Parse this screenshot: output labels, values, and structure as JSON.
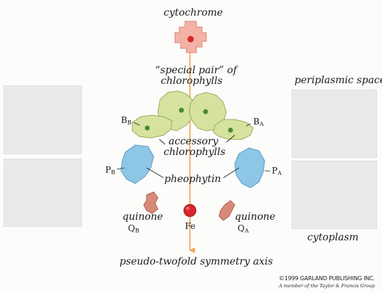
{
  "labels": {
    "cytochrome": "cytochrome",
    "special_pair_line1": "“special pair” of",
    "special_pair_line2": "chlorophylls",
    "accessory_line1": "accessory",
    "accessory_line2": "chlorophylls",
    "pheophytin": "pheophytin",
    "quinone_left": "quinone",
    "quinone_right": "quinone",
    "fe": "Fe",
    "axis": "pseudo-twofold symmetry axis",
    "periplasmic": "periplasmic space",
    "cytoplasm": "cytoplasm",
    "b_base": "B",
    "b_sub": "B",
    "a_base": "B",
    "a_sub": "A",
    "pb_base": "P",
    "pb_sub": "B",
    "pa_base": "P",
    "pa_sub": "A",
    "qb_base": "Q",
    "qb_sub": "B",
    "qa_base": "Q",
    "qa_sub": "A"
  },
  "copyright": {
    "line1": "©1999 GARLAND PUBLISHING INC.",
    "line2": "A member of the Taylor & Francis Group"
  },
  "colors": {
    "cytochrome": "#f4b2a6",
    "chlorophyll": "#d6e3a0",
    "pheophytin": "#8ec6e6",
    "quinone": "#d88a78",
    "iron": "#d8272c",
    "axis": "#f2a255",
    "panel": "#e9ebeb"
  }
}
